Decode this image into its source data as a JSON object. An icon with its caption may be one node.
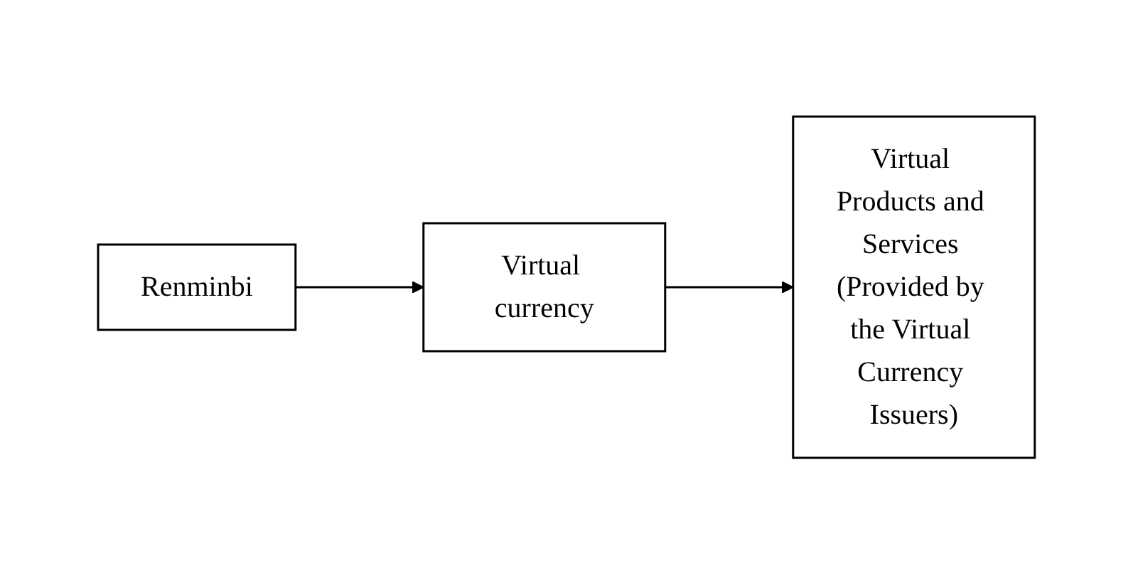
{
  "diagram": {
    "nodes": [
      {
        "text": [
          "Renminbi"
        ]
      },
      {
        "text": [
          "Virtual currency"
        ]
      },
      {
        "text": [
          "Virtual Products and Services (Provided by the Virtual Currency Issuers)"
        ]
      }
    ],
    "edges": [
      {
        "from": 0,
        "to": 1,
        "arrow": "to"
      },
      {
        "from": 1,
        "to": 2,
        "arrow": "to"
      }
    ]
  }
}
